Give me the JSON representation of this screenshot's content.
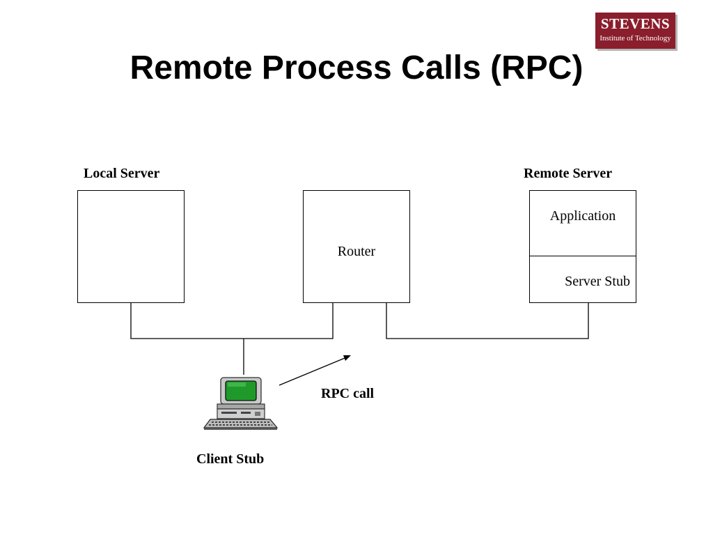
{
  "slide": {
    "title": "Remote Process Calls (RPC)",
    "logo": {
      "brand": "STEVENS",
      "subtitle": "Institute of Technology"
    }
  },
  "diagram": {
    "local_server": {
      "label": "Local Server"
    },
    "router": {
      "label": "Router"
    },
    "remote_server": {
      "label": "Remote Server",
      "sections": [
        "Application",
        "Server Stub"
      ]
    },
    "client": {
      "label": "Client Stub",
      "icon": "computer-icon"
    },
    "rpc_call": {
      "label": "RPC call"
    }
  },
  "colors": {
    "logo_background": "#8a1e2c",
    "screen": "#1f9a2a"
  }
}
